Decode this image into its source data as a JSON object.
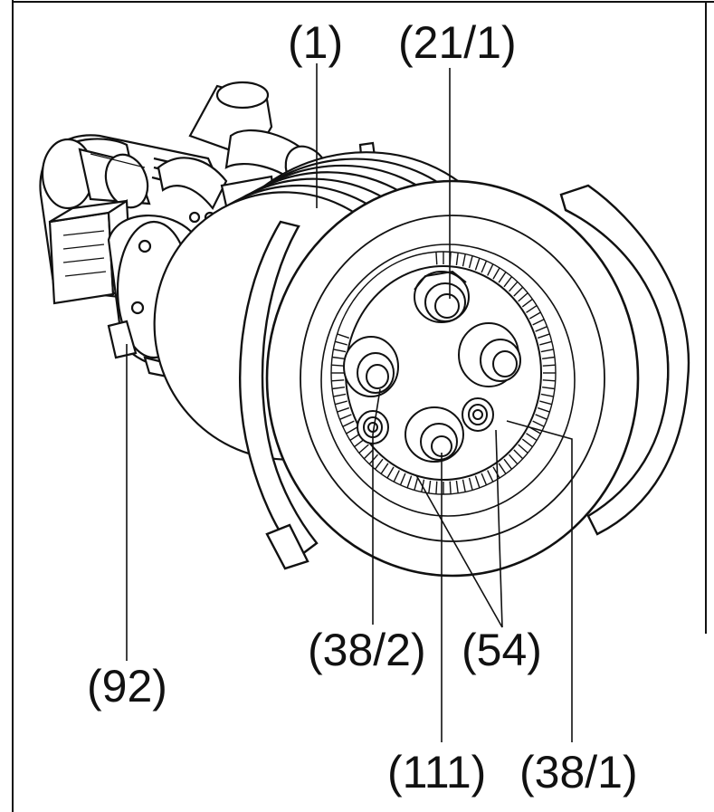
{
  "callouts": {
    "c1": "(1)",
    "c21_1": "(21/1)",
    "c92": "(92)",
    "c38_2": "(38/2)",
    "c54": "(54)",
    "c111": "(111)",
    "c38_1": "(38/1)"
  },
  "colors": {
    "line": "#111111",
    "fill": "#ffffff",
    "shade": "#d6d6d6"
  }
}
